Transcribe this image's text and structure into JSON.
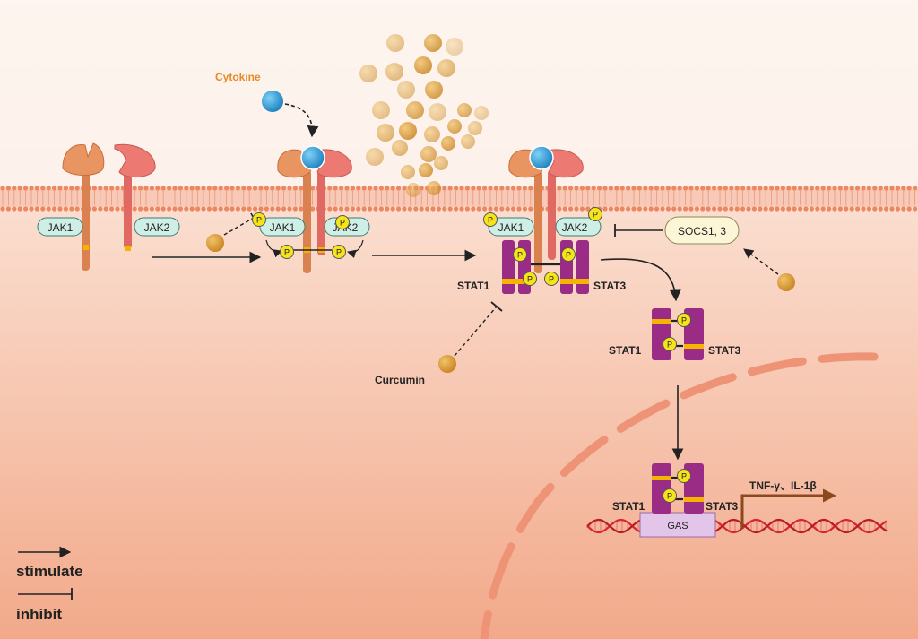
{
  "labels": {
    "cytokine": "Cytokine",
    "jak1": "JAK1",
    "jak2": "JAK2",
    "stat1": "STAT1",
    "stat3": "STAT3",
    "socs": "SOCS1, 3",
    "curcumin": "Curcumin",
    "gas": "GAS",
    "genes": "TNF-γ、IL-1β",
    "phospho": "P"
  },
  "legend": {
    "stimulate": "stimulate",
    "inhibit": "inhibit"
  },
  "colors": {
    "background_top": "#fdf2ec",
    "background_bottom": "#f2a98a",
    "membrane": "#ec8762",
    "receptor_left": "#d9824f",
    "receptor_right": "#e06a63",
    "cytokine": "#2b9ad4",
    "jak_box": "#cfeee6",
    "stat": "#9a2c86",
    "stat_band": "#f4b400",
    "phosphate": "#f6e31a",
    "curcumin_particle": "#d99a2e",
    "nucleus_envelope": "#ed9071",
    "dna": "#d7262d",
    "gas_box": "#e3c5ea",
    "gene_arrow": "#8a4a1e",
    "cytokine_label": "#e8892a"
  }
}
